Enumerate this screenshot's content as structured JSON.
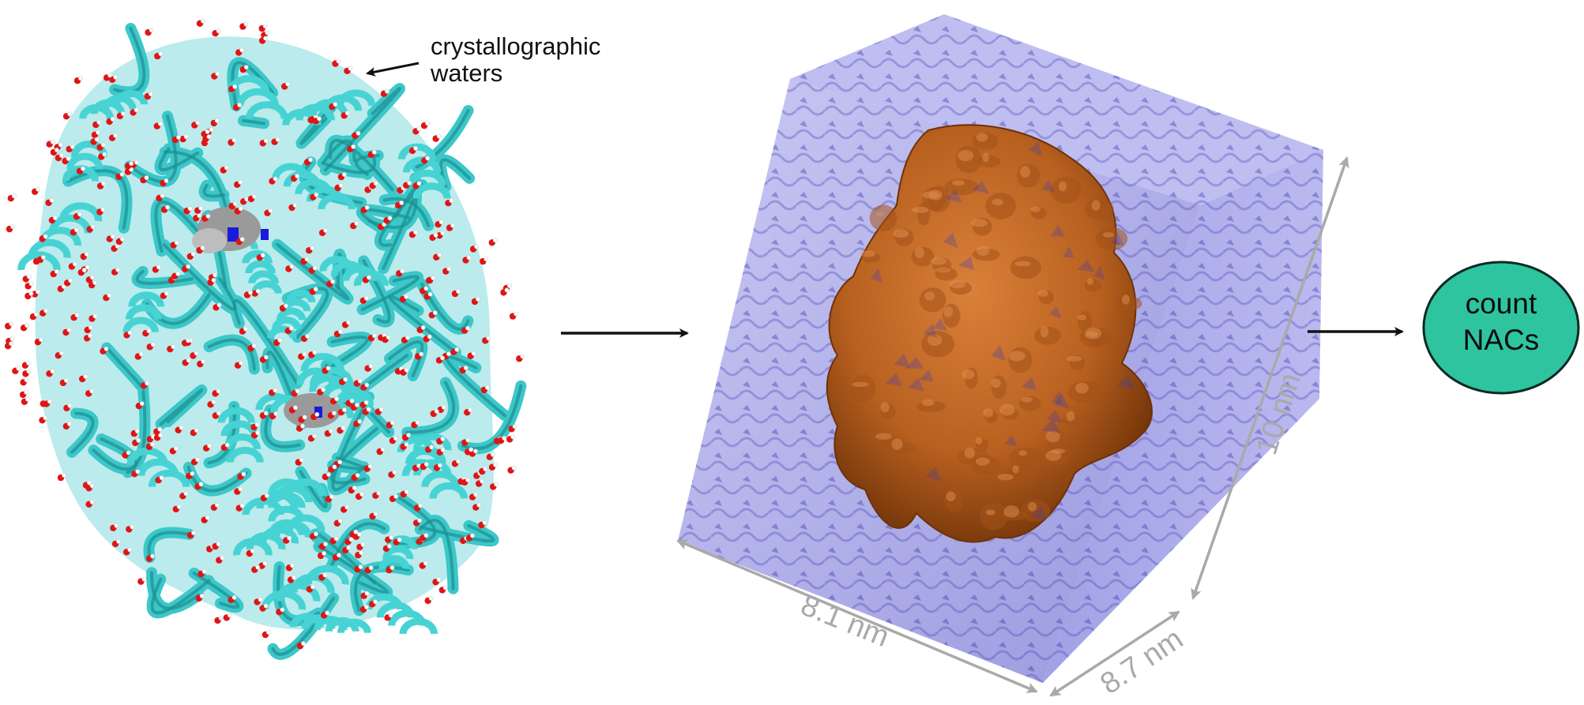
{
  "annotation": {
    "line1": "crystallographic",
    "line2": "waters"
  },
  "box_dimensions": {
    "width": "8.1 nm",
    "depth": "8.7 nm",
    "height": "10 nm"
  },
  "result_node": {
    "line1": "count",
    "line2": "NACs"
  },
  "colors": {
    "protein_ribbon": "#3cc7c9",
    "water_oxygen": "#e01515",
    "water_hydrogen": "#ffffff",
    "ligand": "#9a9a9a",
    "nitrogen": "#1a1adc",
    "solvent_box": "#8f8ee6",
    "protein_surface": "#b8601f",
    "node_fill": "#2ec4a0",
    "node_stroke": "#0d2a24",
    "dimension_lines": "#a9a9a9",
    "arrows": "#111111"
  },
  "icons": [
    "arrow-right-icon",
    "arrow-right-icon",
    "double-headed-arrow-icon"
  ]
}
